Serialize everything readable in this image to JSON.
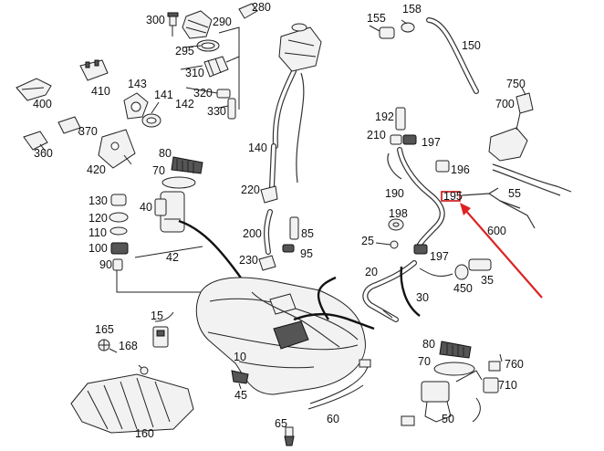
{
  "labels": {
    "l300": "300",
    "l290": "290",
    "l280": "280",
    "l295": "295",
    "l310": "310",
    "l320": "320",
    "l330": "330",
    "l155": "155",
    "l158": "158",
    "l150": "150",
    "l400": "400",
    "l410": "410",
    "l143": "143",
    "l141": "141",
    "l142": "142",
    "l370": "370",
    "l360": "360",
    "l420": "420",
    "l140": "140",
    "l750": "750",
    "l700": "700",
    "l192": "192",
    "l210": "210",
    "l197a": "197",
    "l196": "196",
    "l80a": "80",
    "l70a": "70",
    "l220": "220",
    "l190": "190",
    "l55": "55",
    "l130": "130",
    "l40": "40",
    "l120": "120",
    "l110": "110",
    "l100": "100",
    "l42": "42",
    "l90": "90",
    "l200": "200",
    "l85": "85",
    "l95": "95",
    "l230": "230",
    "l198": "198",
    "l600": "600",
    "l25": "25",
    "l197b": "197",
    "l20": "20",
    "l35": "35",
    "l450": "450",
    "l30": "30",
    "l165": "165",
    "l15": "15",
    "l168": "168",
    "l10": "10",
    "l80b": "80",
    "l70b": "70",
    "l760": "760",
    "l710": "710",
    "l45": "45",
    "l160": "160",
    "l60": "60",
    "l50": "50",
    "l65": "65"
  },
  "highlight": {
    "label": "195",
    "color": "#cc1111"
  },
  "colors": {
    "line": "#222222",
    "accent": "#dd2222"
  }
}
